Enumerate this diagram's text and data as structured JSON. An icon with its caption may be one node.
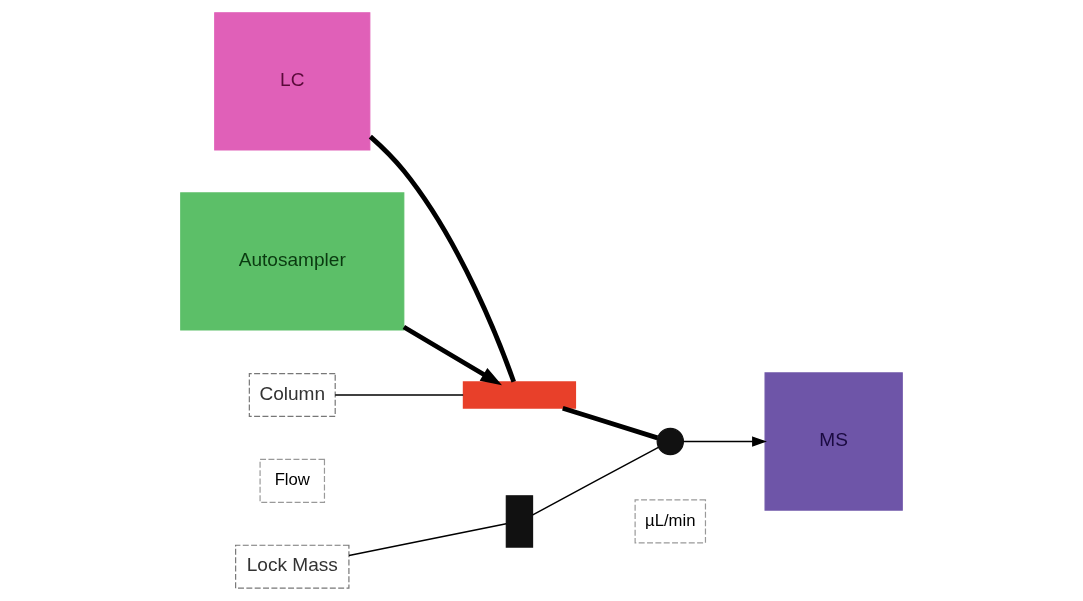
{
  "diagram": {
    "nodes": [
      {
        "text": [
          "LC"
        ]
      },
      {
        "text": [
          "Autosampler"
        ]
      },
      {
        "text": [
          "Column"
        ]
      },
      {
        "text": [],
        "shape": "bar"
      },
      {
        "text": [
          "Lock Mass"
        ]
      },
      {
        "text": [],
        "shape": "bar"
      },
      {
        "text": [],
        "shape": "circle"
      },
      {
        "text": [
          "MS"
        ]
      }
    ],
    "edges": [
      {
        "from": 0,
        "to": 3,
        "arrow": "none",
        "style": "thick"
      },
      {
        "from": 1,
        "to": 3,
        "arrow": "to",
        "style": "thick"
      },
      {
        "from": 2,
        "to": 3,
        "arrow": "none"
      },
      {
        "from": 3,
        "to": 6,
        "arrow": "none",
        "style": "thick"
      },
      {
        "from": 4,
        "to": 5,
        "arrow": "none"
      },
      {
        "from": 5,
        "to": 6,
        "arrow": "none"
      },
      {
        "from": 6,
        "to": 7,
        "arrow": "to"
      }
    ],
    "labels": [
      "Flow",
      "µL/min"
    ]
  }
}
